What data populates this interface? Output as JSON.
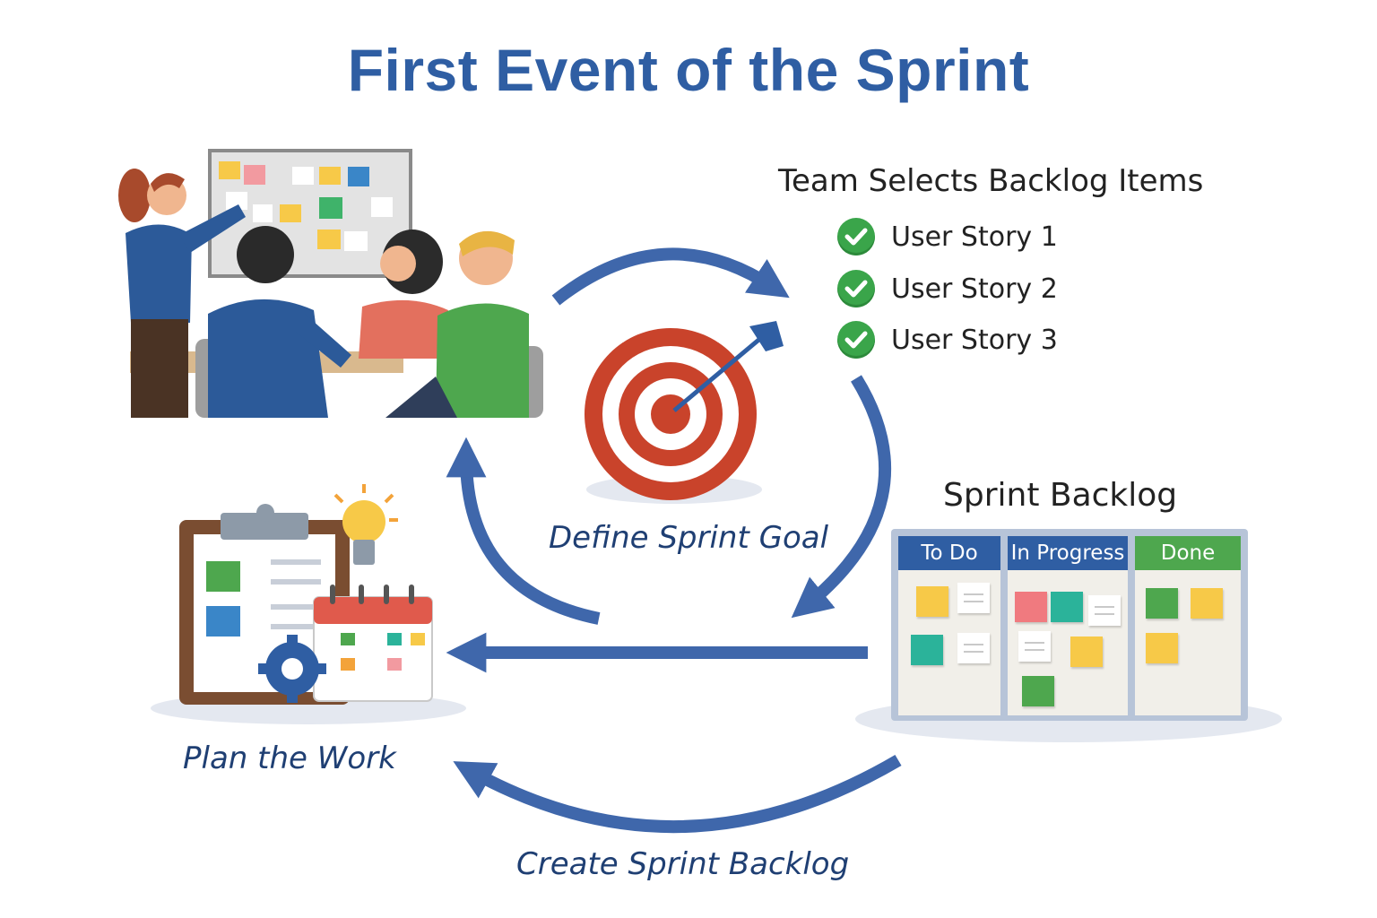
{
  "title": "First Event of the Sprint",
  "select_items": {
    "title": "Team Selects Backlog Items",
    "stories": [
      "User Story 1",
      "User Story 2",
      "User Story 3"
    ]
  },
  "captions": {
    "goal": "Define Sprint Goal",
    "plan": "Plan the Work",
    "create": "Create Sprint Backlog"
  },
  "sprint_backlog": {
    "title": "Sprint Backlog",
    "columns": [
      {
        "label": "To Do",
        "color": "#2f5ea3"
      },
      {
        "label": "In Progress",
        "color": "#2f5ea3"
      },
      {
        "label": "Done",
        "color": "#4ea74e"
      }
    ]
  },
  "colors": {
    "title": "#2f5ea3",
    "arrow": "#3f67ab",
    "caption": "#1f3f73",
    "check": "#3aa54a",
    "target_red": "#c9432b"
  },
  "icons": [
    "team-meeting-illustration",
    "target-icon",
    "arrow-icon",
    "check-icon",
    "clipboard-icon",
    "lightbulb-icon",
    "calendar-icon",
    "gear-icon",
    "kanban-board"
  ]
}
